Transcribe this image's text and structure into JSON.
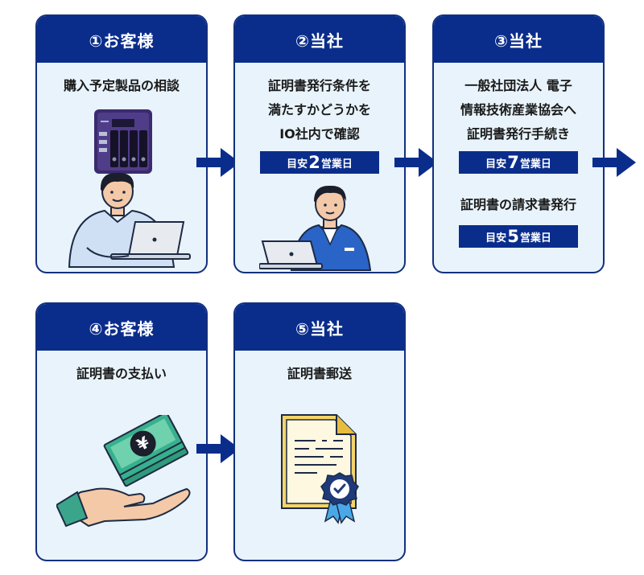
{
  "steps": [
    {
      "title": "①お客様",
      "lines": [
        "購入予定製品の相談"
      ]
    },
    {
      "title": "②当社",
      "lines": [
        "証明書発行条件を",
        "満たすかどうかを",
        "IO社内で確認"
      ],
      "badge": {
        "pre": "目安",
        "num": "2",
        "post": "営業日"
      }
    },
    {
      "title": "③当社",
      "lines": [
        "一般社団法人 電子",
        "情報技術産業協会へ",
        "証明書発行手続き"
      ],
      "badge": {
        "pre": "目安",
        "num": "7",
        "post": "営業日"
      },
      "sub": {
        "text": "証明書の請求書発行",
        "badge": {
          "pre": "目安",
          "num": "5",
          "post": "営業日"
        }
      }
    },
    {
      "title": "④お客様",
      "lines": [
        "証明書の支払い"
      ]
    },
    {
      "title": "⑤当社",
      "lines": [
        "証明書郵送"
      ]
    }
  ],
  "colors": {
    "header": "#0a2d8c",
    "card_bg": "#e8f3fb",
    "border": "#12307d",
    "arrow": "#0a2d8c"
  },
  "icons": [
    "nas-device-icon",
    "customer-laptop-icon",
    "staff-laptop-icon",
    "money-hand-icon",
    "certificate-icon"
  ]
}
